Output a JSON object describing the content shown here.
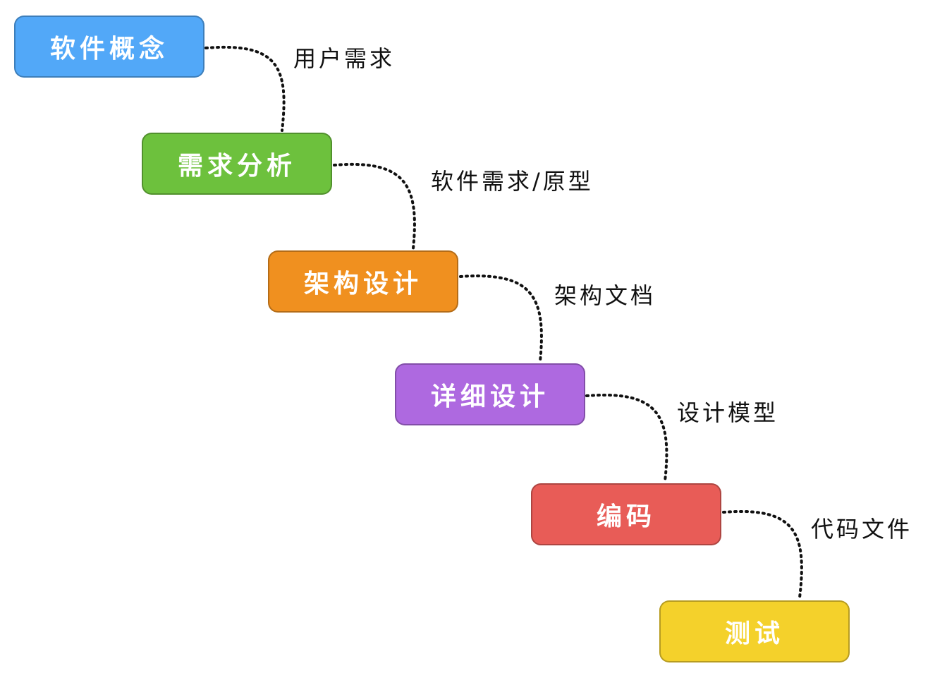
{
  "stages": [
    {
      "label": "软件概念",
      "color": "#52A8F8"
    },
    {
      "label": "需求分析",
      "color": "#6DC13D"
    },
    {
      "label": "架构设计",
      "color": "#F0901F"
    },
    {
      "label": "详细设计",
      "color": "#AE69E0"
    },
    {
      "label": "编码",
      "color": "#E85C57"
    },
    {
      "label": "测试",
      "color": "#F4D12B"
    }
  ],
  "connectors": [
    {
      "label": "用户需求"
    },
    {
      "label": "软件需求/原型"
    },
    {
      "label": "架构文档"
    },
    {
      "label": "设计模型"
    },
    {
      "label": "代码文件"
    }
  ]
}
